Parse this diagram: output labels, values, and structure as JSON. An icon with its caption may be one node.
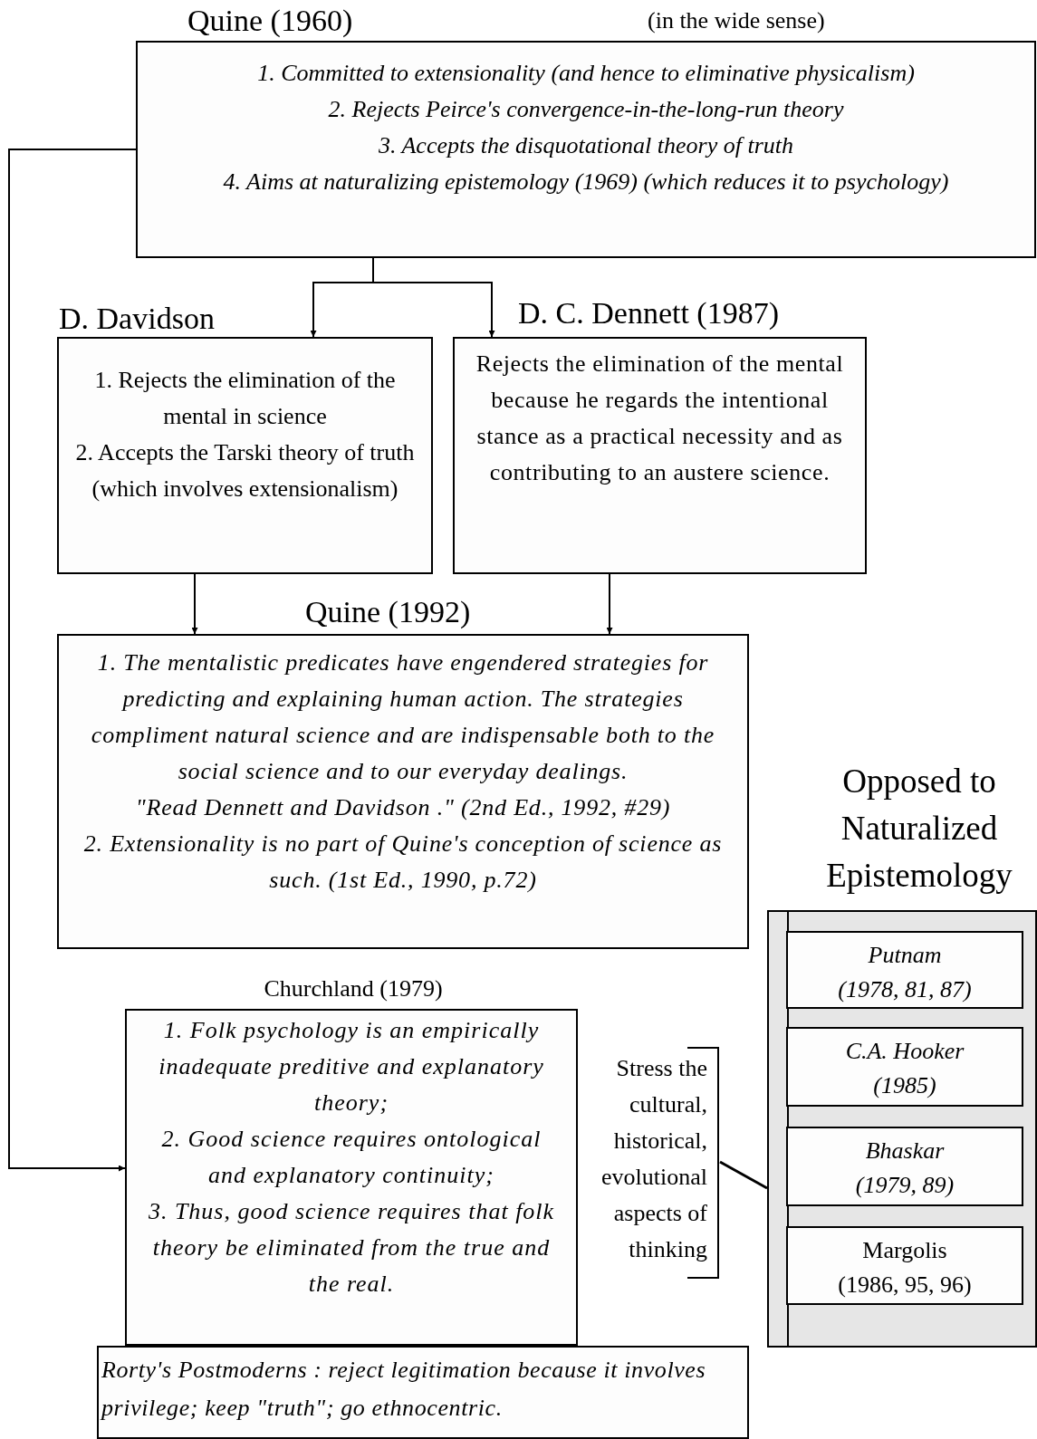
{
  "diagram": {
    "nodes": [
      {
        "text": [
          "Quine (1960)",
          "1. Committed to extensionality (and hence to eliminative physicalism)",
          "2. Rejects Peirce's convergence-in-the-long-run theory",
          "3. Accepts the disquotational theory of truth",
          "4. Aims at naturalizing epistemology (1969) (which reduces it to psychology)"
        ]
      },
      {
        "text": [
          "D. Davidson",
          "1. Rejects the elimination of the mental in science",
          "2. Accepts the Tarski theory of truth (which involves extensionalism)"
        ]
      },
      {
        "text": [
          "D. C. Dennett (1987)",
          "Rejects the elimination of the mental because he regards the intentional stance as a practical necessity and as contributing to an austere science."
        ]
      },
      {
        "text": [
          "Quine (1992)",
          "1. The mentalistic predicates have engendered strategies for predicting and explaining human action. The strategies compliment natural science and are indispensable both to the social science and to our everyday dealings.",
          "\"Read Dennett and Davidson .\" (2nd Ed., 1992, #29)",
          "2. Extensionality is no part of Quine's conception of science as such. (1st Ed., 1990, p.72)"
        ]
      },
      {
        "text": [
          "Churchland (1979)",
          "1. Folk psychology is an empirically inadequate preditive and explanatory theory;",
          "2. Good science requires ontological and explanatory continuity;",
          "3. Thus, good science requires that folk theory be eliminated from the true and the real."
        ]
      },
      {
        "text": [
          "Rorty's Postmoderns : reject legitimation because it involves privilege; keep \"truth\"; go ethnocentric."
        ]
      },
      {
        "text": [
          "Stress the cultural, historical, evolutional aspects of thinking"
        ]
      },
      {
        "text": [
          "Opposed to Naturalized Epistemology"
        ]
      },
      {
        "text": [
          "Putnam",
          "(1978, 81, 87)"
        ],
        "in": 7
      },
      {
        "text": [
          "C.A. Hooker",
          "(1985)"
        ],
        "in": 7
      },
      {
        "text": [
          "Bhaskar",
          "(1979, 89)"
        ],
        "in": 7
      },
      {
        "text": [
          "Margolis",
          "(1986, 95, 96)"
        ],
        "in": 7
      }
    ],
    "edges": [
      {
        "from": 0,
        "to": 1,
        "arrow": "to"
      },
      {
        "from": 0,
        "to": 2,
        "arrow": "to"
      },
      {
        "from": 1,
        "to": 3,
        "arrow": "to"
      },
      {
        "from": 2,
        "to": 3,
        "arrow": "to"
      },
      {
        "from": 0,
        "to": 4,
        "arrow": "to"
      },
      {
        "from": 6,
        "to": 7,
        "arrow": "none"
      }
    ],
    "labels": [
      "(in the wide sense)"
    ]
  }
}
